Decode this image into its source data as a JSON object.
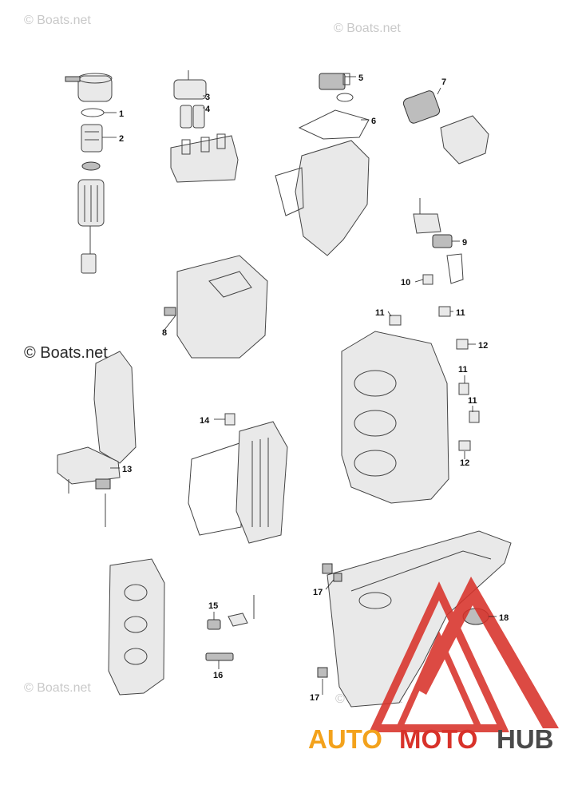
{
  "watermarks": {
    "corner": "© Boats.net",
    "left_large": "© Boats.net"
  },
  "logo": {
    "part1": "AUTO",
    "part2": "MOTO",
    "part3": "HUB",
    "color_auto": "#f3a21c",
    "color_moto": "#d8322a",
    "color_hub": "#4a4a4a"
  },
  "callouts": {
    "c1": "1",
    "c2": "2",
    "c3": "3",
    "c4": "4",
    "c5": "5",
    "c6": "6",
    "c7": "7",
    "c8": "8",
    "c9": "9",
    "c10": "10",
    "c11a": "11",
    "c11b": "11",
    "c11c": "11",
    "c11d": "11",
    "c12a": "12",
    "c12b": "12",
    "c13": "13",
    "c14": "14",
    "c15": "15",
    "c16": "16",
    "c17a": "17",
    "c17b": "17",
    "c18": "18"
  }
}
